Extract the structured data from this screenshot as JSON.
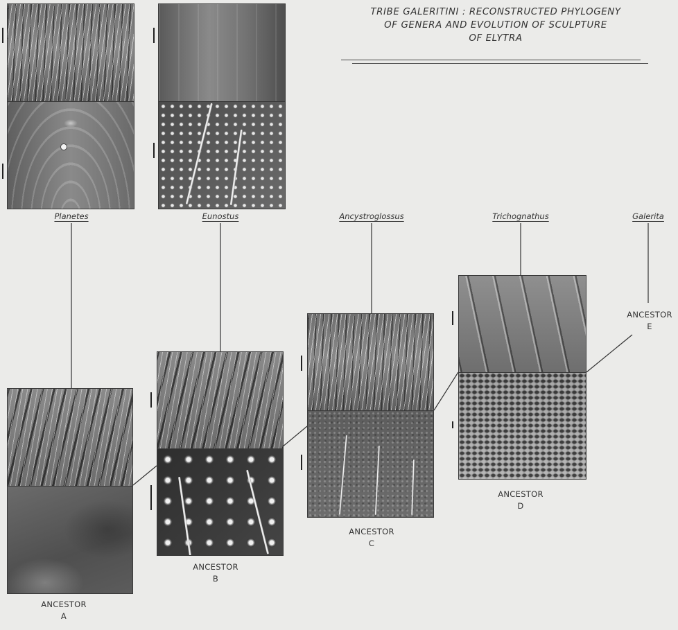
{
  "title": {
    "line1": "TRIBE GALERITINI : RECONSTRUCTED PHYLOGENY",
    "line2": "OF GENERA AND EVOLUTION OF SCULPTURE",
    "line3": "OF ELYTRA"
  },
  "genera": {
    "planetes": "Planetes",
    "eunostus": "Eunostus",
    "ancystroglossus": "Ancystroglossus",
    "trichognathus": "Trichognathus",
    "galerita": "Galerita"
  },
  "ancestors": {
    "a": {
      "word": "ANCESTOR",
      "letter": "A"
    },
    "b": {
      "word": "ANCESTOR",
      "letter": "B"
    },
    "c": {
      "word": "ANCESTOR",
      "letter": "C"
    },
    "d": {
      "word": "ANCESTOR",
      "letter": "D"
    },
    "e": {
      "word": "ANCESTOR",
      "letter": "E"
    }
  }
}
